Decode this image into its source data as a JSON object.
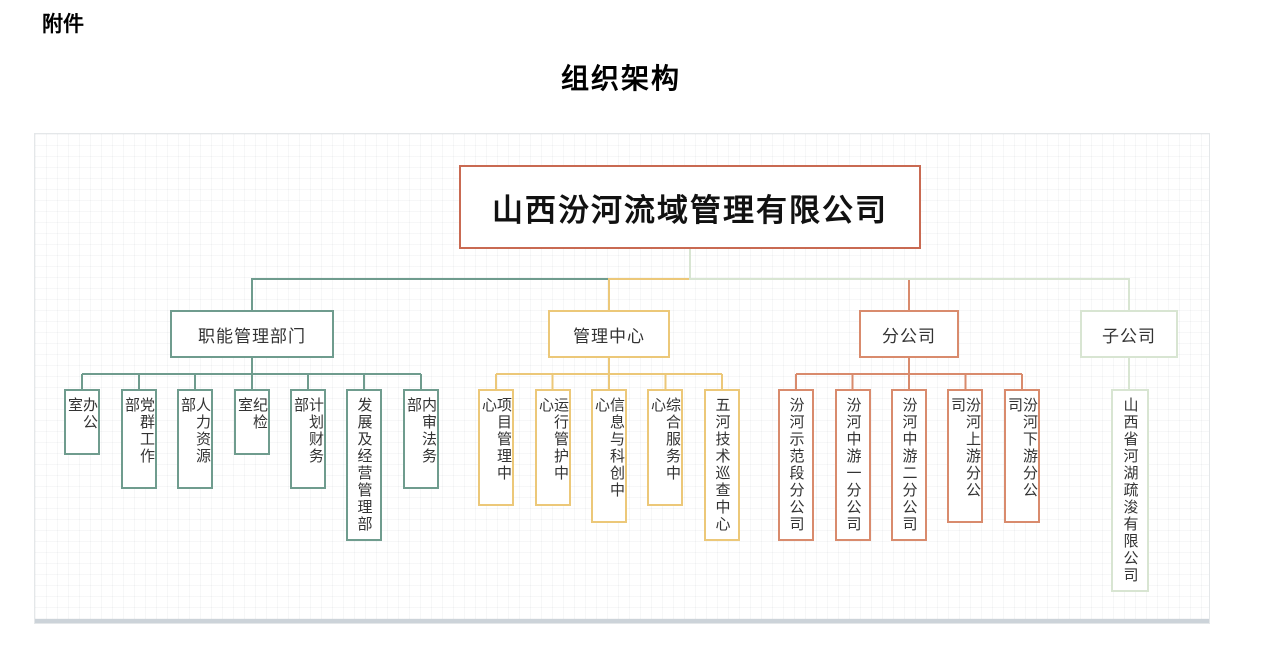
{
  "page": {
    "attachment_label": "附件",
    "title": "组织架构"
  },
  "chart": {
    "type": "org-chart",
    "palette": {
      "root": "#c96a52",
      "teal": "#6f9c8e",
      "yellow": "#ecc879",
      "salmon": "#d98b6d",
      "lightgreen": "#d8e5d2",
      "text": "#333333"
    },
    "root": {
      "label": "山西汾河流域管理有限公司"
    },
    "branches": [
      {
        "label": "职能管理部门",
        "color": "#6f9c8e",
        "children": [
          "办公室",
          "党群工作部",
          "人力资源部",
          "纪检室",
          "计划财务部",
          "发展及经营管理部",
          "内审法务部"
        ]
      },
      {
        "label": "管理中心",
        "color": "#ecc879",
        "children": [
          "项目管理中心",
          "运行管护中心",
          "信息与科创中心",
          "综合服务中心",
          "五河技术巡查中心"
        ]
      },
      {
        "label": "分公司",
        "color": "#d98b6d",
        "children": [
          "汾河示范段分公司",
          "汾河中游一分公司",
          "汾河中游二分公司",
          "汾河上游分公司",
          "汾河下游分公司"
        ]
      },
      {
        "label": "子公司",
        "color": "#d8e5d2",
        "children": [
          "山西省河湖疏浚有限公司"
        ]
      }
    ]
  }
}
